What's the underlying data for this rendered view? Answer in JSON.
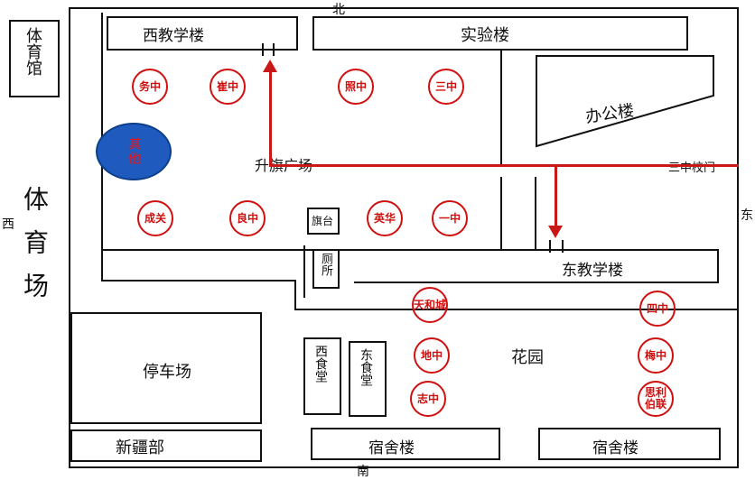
{
  "map": {
    "compass": {
      "north": "北",
      "south": "南",
      "west": "西",
      "east": "东"
    },
    "buildings": {
      "sports_hall": "体育馆",
      "west_teaching": "西教学楼",
      "lab": "实验楼",
      "office": "办公楼",
      "flag_square": "升旗广场",
      "school_gate": "三中校门",
      "flagpole": "旗台",
      "toilet": "厕所",
      "east_teaching": "东教学楼",
      "playground": "体育场",
      "parking": "停车场",
      "new_club": "新疆部",
      "west_canteen": "西食堂",
      "east_canteen": "东食堂",
      "garden": "花园",
      "dorm_west": "宿舍楼",
      "dorm_east": "宿舍楼"
    },
    "stamps": [
      {
        "label": "务中"
      },
      {
        "label": "崔中"
      },
      {
        "label": "照中"
      },
      {
        "label": "三中"
      },
      {
        "label": "成关"
      },
      {
        "label": "良中"
      },
      {
        "label": "英华"
      },
      {
        "label": "一中"
      },
      {
        "label": "天和城"
      },
      {
        "label": "四中"
      },
      {
        "label": "地中"
      },
      {
        "label": "梅中"
      },
      {
        "label": "志中"
      },
      {
        "label": "思利 伯联"
      }
    ],
    "other_marker": "其他",
    "colors": {
      "route": "#c81818",
      "stamp": "#d10f0f",
      "marker": "#1f5bbf"
    }
  }
}
